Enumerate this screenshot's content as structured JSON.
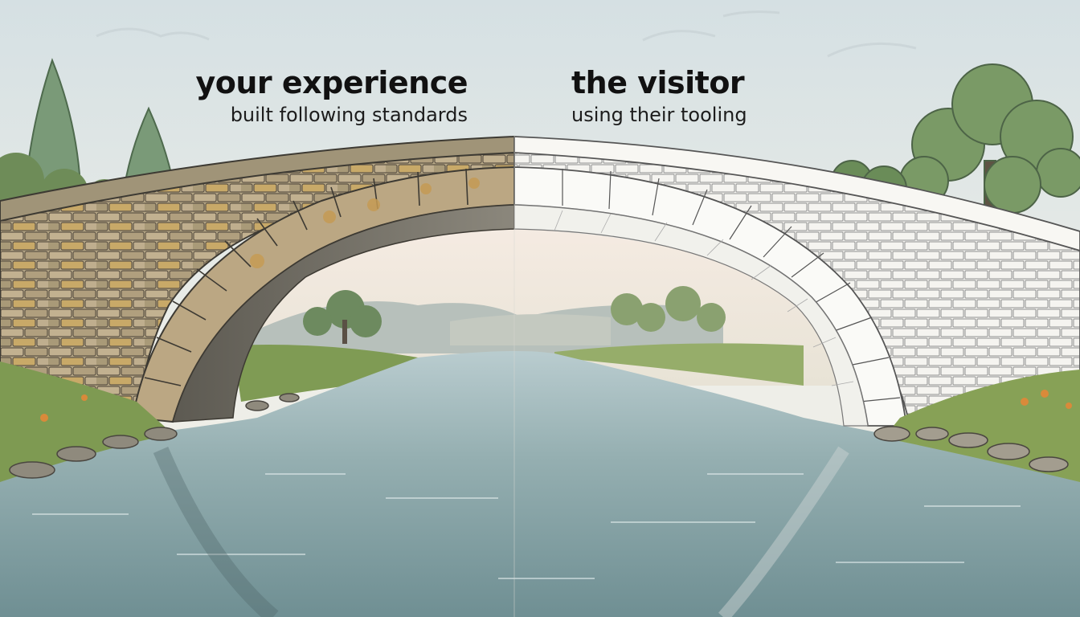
{
  "left_caption": {
    "title": "your experience",
    "subtitle": "built following standards"
  },
  "right_caption": {
    "title": "the visitor",
    "subtitle": "using their tooling"
  },
  "colors": {
    "sky_top": "#d7e2e4",
    "sky_bottom": "#f2efe6",
    "stone_left": "#b9aa8a",
    "stone_left_accent": "#c9a664",
    "stone_right": "#f4f3ef",
    "water": "#8fa8a8",
    "grass": "#8aa55a",
    "tree": "#6f9263"
  },
  "icons": [
    "stone-bridge",
    "cypress-tree",
    "oak-tree",
    "river",
    "hills",
    "flowers"
  ]
}
